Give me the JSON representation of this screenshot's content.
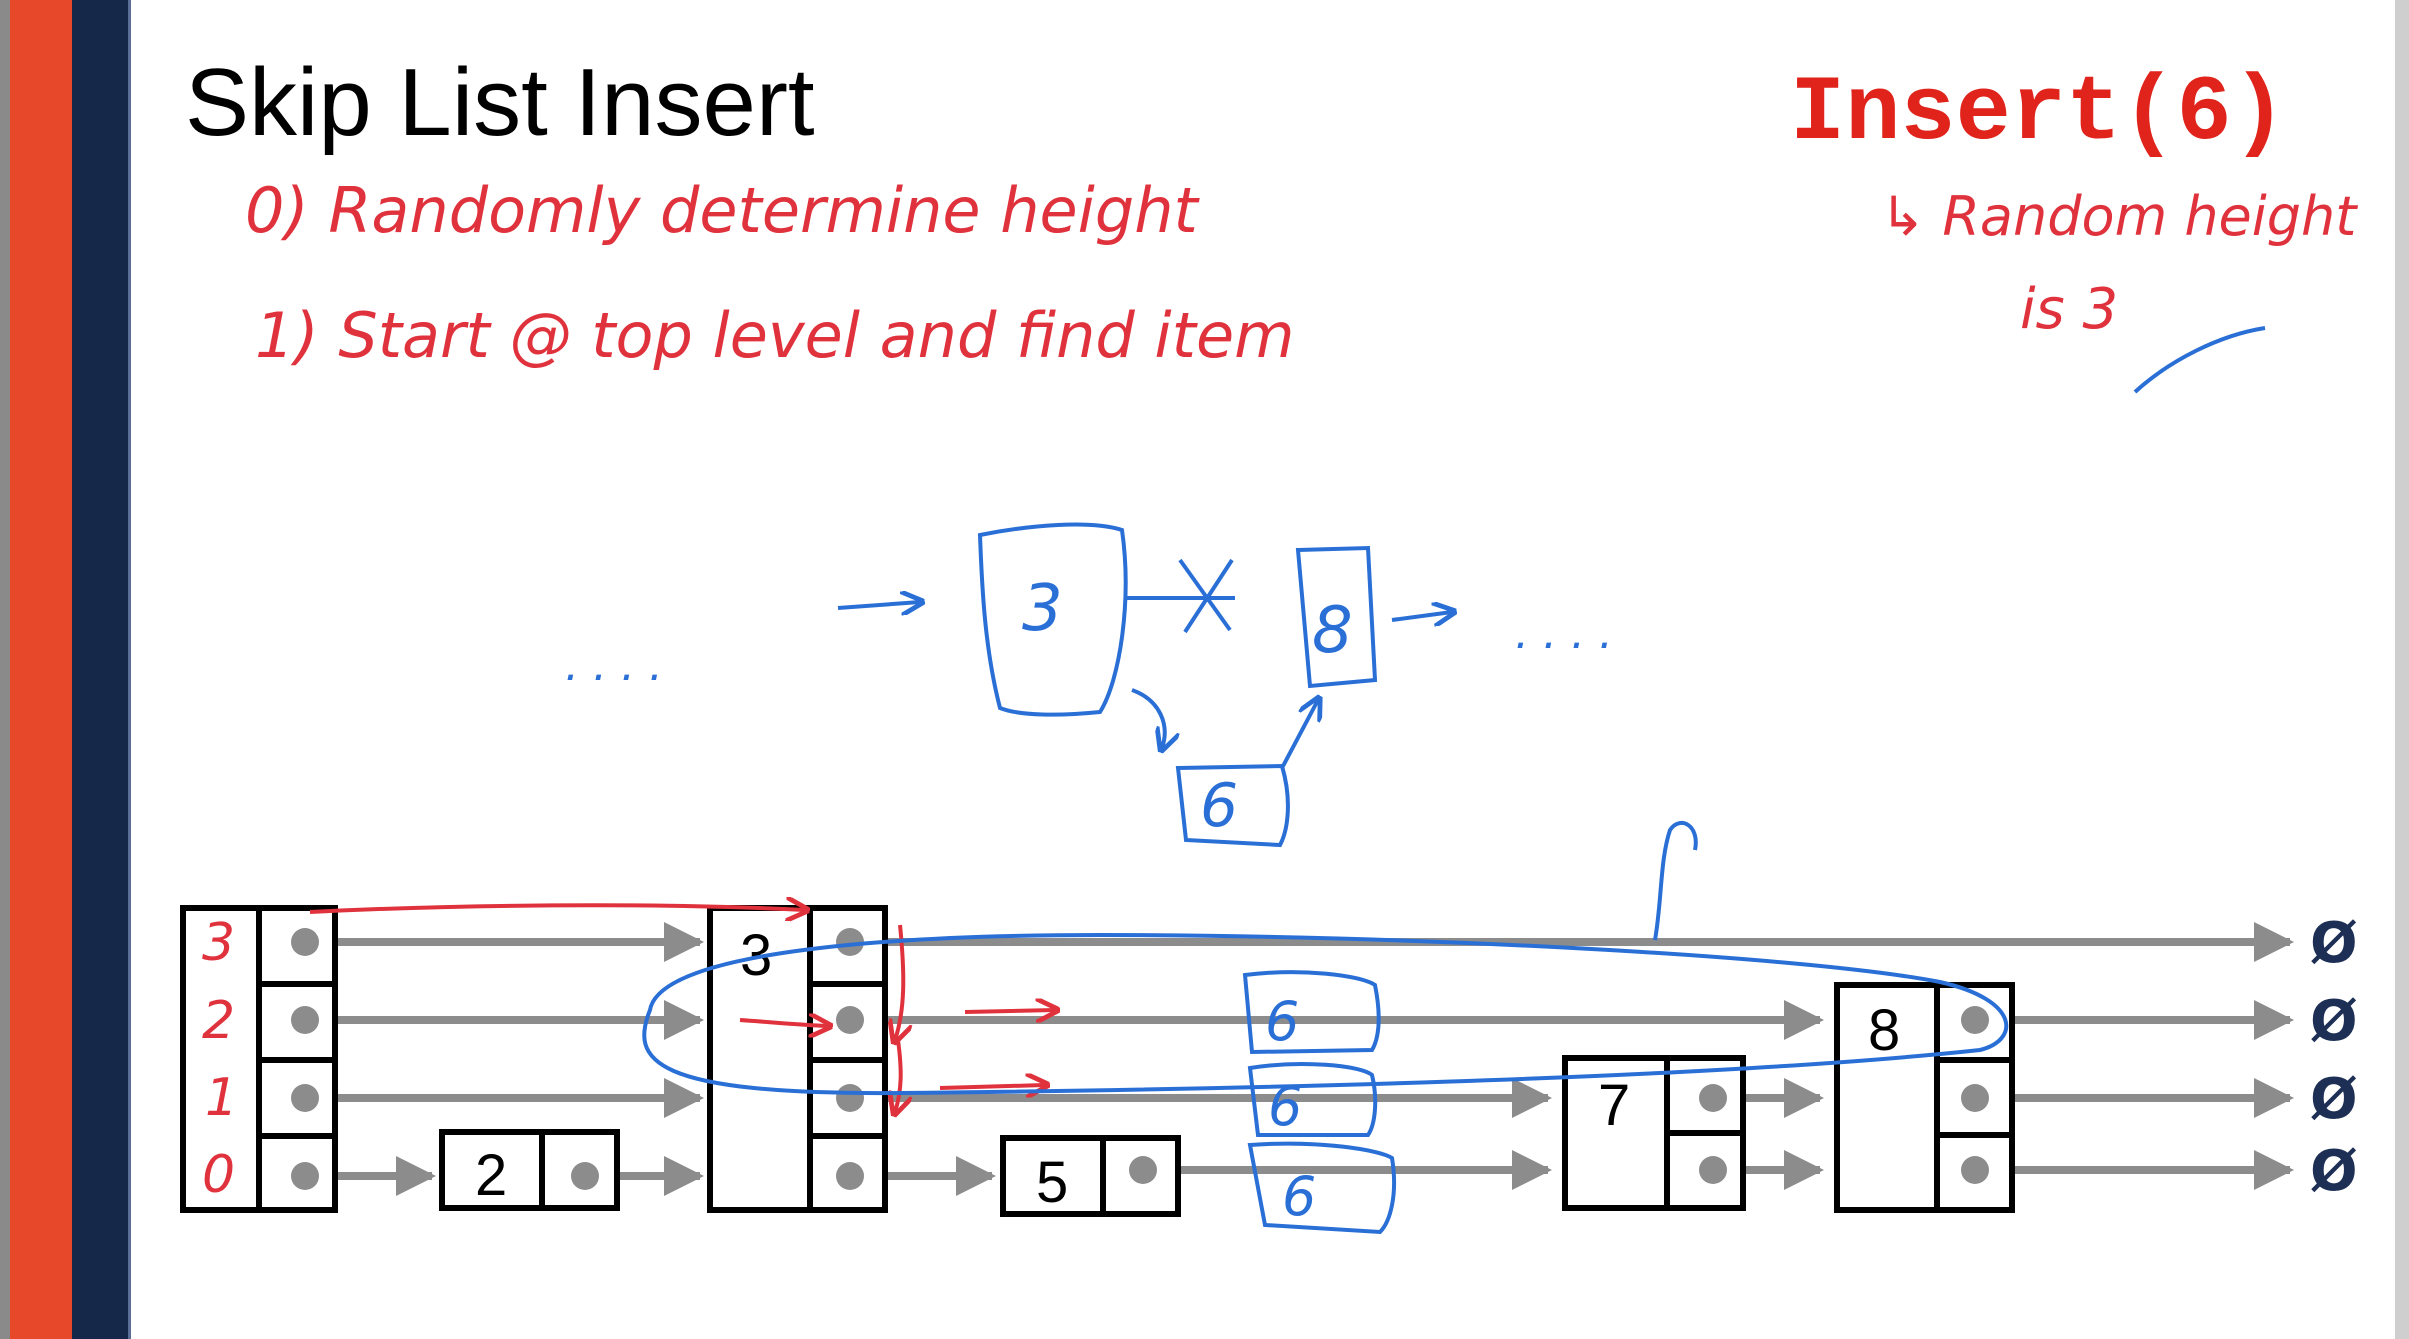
{
  "slide": {
    "title": "Skip List Insert",
    "operation": "Insert(6)"
  },
  "annotations": {
    "step0": "0) Randomly determine height",
    "step1": "1) Start @ top level and find item",
    "note_line1": "↳ Random height",
    "note_line2": "is 3",
    "sketch_dots_left": ". . . .",
    "sketch_dots_right": ". . . .",
    "sketch_node_a": "3",
    "sketch_node_b": "8",
    "sketch_node_new": "6",
    "level_numbers": [
      "3",
      "2",
      "1",
      "0"
    ],
    "new_node_copies": [
      "6",
      "6",
      "6"
    ]
  },
  "skiplist": {
    "nodes": [
      "3",
      "2",
      "5",
      "7",
      "8"
    ],
    "null_symbol": "Ø"
  },
  "colors": {
    "sidebar_orange": "#e8482a",
    "sidebar_navy": "#15284a",
    "title": "#000000",
    "operation": "#e0231b",
    "ink_red": "#e0323c",
    "ink_blue": "#2a6fd6",
    "pointer_gray": "#8c8c8c"
  }
}
